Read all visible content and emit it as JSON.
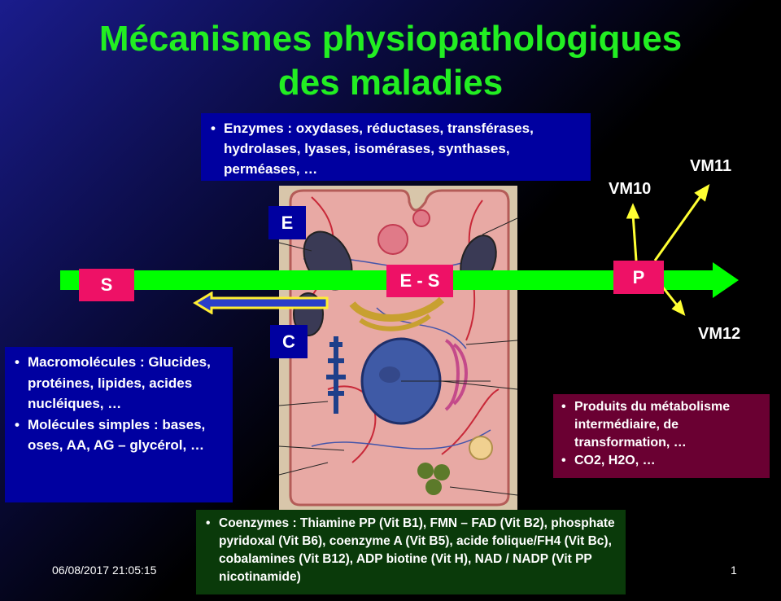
{
  "title": {
    "line1": "Mécanismes physiopathologiques",
    "line2": "des maladies"
  },
  "enzymes_box": {
    "text": "Enzymes : oxydases, réductases, transférases, hydrolases, lyases, isomérases, synthases, perméases, …"
  },
  "labels": {
    "E": "E",
    "S": "S",
    "ES": "E - S",
    "P": "P",
    "C": "C",
    "VM10": "VM10",
    "VM11": "VM11",
    "VM12": "VM12"
  },
  "substrates_box": {
    "items": [
      "Macromolécules : Glucides, protéines, lipides, acides nucléiques, …",
      "Molécules simples : bases, oses, AA, AG – glycérol, …"
    ]
  },
  "products_box": {
    "items": [
      "Produits du métabolisme intermédiaire, de transformation, …",
      "CO2, H2O, …"
    ]
  },
  "coenzymes_box": {
    "text": "Coenzymes : Thiamine PP (Vit B1), FMN – FAD (Vit B2), phosphate pyridoxal (Vit B6), coenzyme A (Vit B5), acide folique/FH4 (Vit Bc), cobalamines (Vit B12), ADP biotine (Vit H), NAD / NADP (Vit PP nicotinamide)"
  },
  "footer": {
    "date": "06/08/2017 21:05:15",
    "page": "1"
  },
  "colors": {
    "title": "#22ee22",
    "arrow": "#00ff00",
    "navy_box": "#0000a0",
    "label_red": "#ee1166",
    "products_box": "#6a0032",
    "coenzymes_box": "#0a3a0a",
    "yellow": "#ffff33"
  }
}
